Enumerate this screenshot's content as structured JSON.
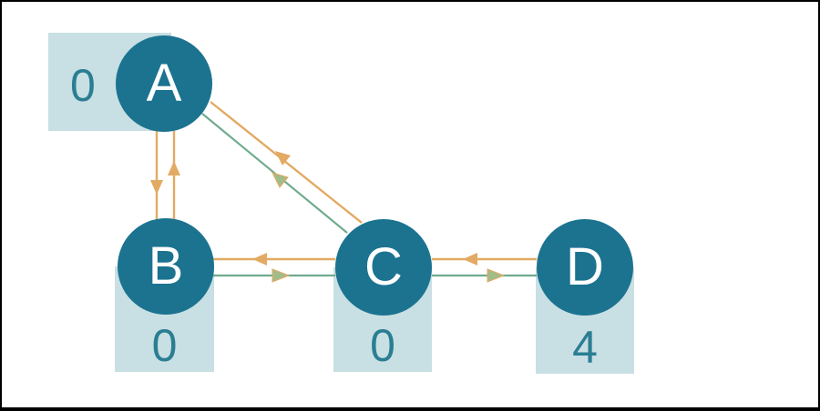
{
  "diagram": {
    "type": "directed-graph",
    "nodes": [
      {
        "id": "A",
        "label": "A",
        "value": "0",
        "value_box_position": "left"
      },
      {
        "id": "B",
        "label": "B",
        "value": "0",
        "value_box_position": "below"
      },
      {
        "id": "C",
        "label": "C",
        "value": "0",
        "value_box_position": "below"
      },
      {
        "id": "D",
        "label": "D",
        "value": "4",
        "value_box_position": "below"
      }
    ],
    "edges": [
      {
        "id": "a-to-b",
        "from": "A",
        "to": "B",
        "color": "orange",
        "arrow_direction": "down"
      },
      {
        "id": "b-to-a",
        "from": "B",
        "to": "A",
        "color": "orange",
        "arrow_direction": "up"
      },
      {
        "id": "c-to-a-orange",
        "from": "C",
        "to": "A",
        "color": "orange",
        "arrow_direction": "up-left"
      },
      {
        "id": "c-to-a-green",
        "from": "C",
        "to": "A",
        "color": "green",
        "arrow_direction": "up-left"
      },
      {
        "id": "c-to-b",
        "from": "C",
        "to": "B",
        "color": "orange",
        "arrow_direction": "left"
      },
      {
        "id": "b-to-c",
        "from": "B",
        "to": "C",
        "color": "green",
        "arrow_direction": "right"
      },
      {
        "id": "d-to-c",
        "from": "D",
        "to": "C",
        "color": "orange",
        "arrow_direction": "left"
      },
      {
        "id": "c-to-d",
        "from": "C",
        "to": "D",
        "color": "green",
        "arrow_direction": "right"
      }
    ],
    "colors": {
      "node_fill": "#1b7390",
      "node_text": "#ffffff",
      "value_box_fill": "#c8dfe3",
      "value_text": "#2a7e93",
      "edge_orange": "#e3aa64",
      "edge_green": "#6fab8e",
      "arrow_green_fill": "#a2bc88",
      "canvas_border": "#000000",
      "background": "#ffffff"
    }
  }
}
